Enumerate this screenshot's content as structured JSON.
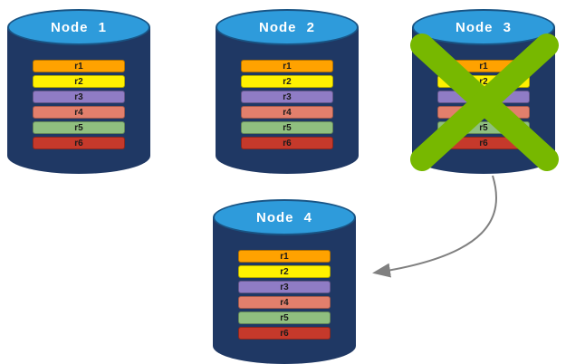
{
  "diagram": {
    "nodes": [
      {
        "id": "node-1",
        "label": "Node 1"
      },
      {
        "id": "node-2",
        "label": "Node 2"
      },
      {
        "id": "node-3",
        "label": "Node 3"
      },
      {
        "id": "node-4",
        "label": "Node 4"
      }
    ],
    "rows": [
      {
        "label": "r1",
        "color": "#FFA200"
      },
      {
        "label": "r2",
        "color": "#FFF100"
      },
      {
        "label": "r3",
        "color": "#8F7CC5"
      },
      {
        "label": "r4",
        "color": "#E27F6C"
      },
      {
        "label": "r5",
        "color": "#8FBF7F"
      },
      {
        "label": "r6",
        "color": "#C5392B"
      }
    ],
    "colors": {
      "cylinder_body": "#1F3864",
      "cylinder_top": "#2E9BDB"
    },
    "failure": {
      "node": "Node 3",
      "marker": "green-x",
      "color": "#77B800"
    },
    "arrow": {
      "from": "Node 3",
      "to": "Node 4",
      "color": "#808080"
    }
  }
}
